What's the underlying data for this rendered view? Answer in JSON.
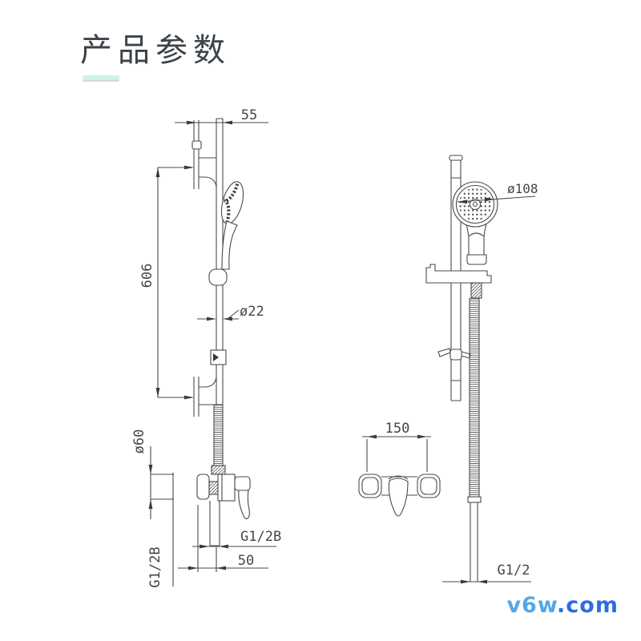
{
  "title": "产品参数",
  "dims": {
    "left_view": {
      "top_offset": "55",
      "bar_height": "606",
      "bar_diameter": "ø22",
      "valve_diameter": "ø60",
      "outlet_thread": "G1/2B",
      "wall_to_outlet": "50",
      "inlet_thread": "G1/2B"
    },
    "right_view": {
      "head_diameter": "ø108",
      "inlet_centers": "150",
      "supply_thread": "G1/2"
    }
  },
  "watermark": {
    "prefix": "v6w",
    "suffix": ".com"
  },
  "colors": {
    "drawing_line": "#4a4a4a",
    "title_text": "#3d4349",
    "title_underline": "#cdf3e7",
    "watermark_prefix": "#54a7e6",
    "watermark_suffix": "#2e6de0"
  }
}
